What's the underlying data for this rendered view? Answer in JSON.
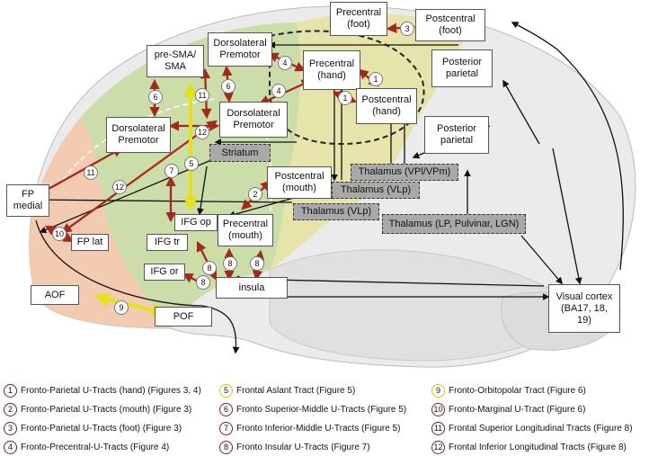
{
  "colors": {
    "frontal_pink": "#f2c9ad",
    "premotor_green": "#c9dca4",
    "motor_yellow": "#e6e3a8",
    "brain_gray": "#e9e9e9",
    "red_arrow": "#a5281c",
    "yellow_arrow": "#e3e21a",
    "black_arrow": "#111111",
    "gray_box": "#a9a9a9"
  },
  "boxes": {
    "precentral_foot": "Precentral\n(foot)",
    "postcentral_foot": "Postcentral\n(foot)",
    "pre_sma": "pre-SMA/\nSMA",
    "dlpm_top": "Dorsolateral\nPremotor",
    "precentral_hand": "Precentral\n(hand)",
    "posterior_parietal_top": "Posterior\nparietal",
    "postcentral_hand": "Postcentral\n(hand)",
    "dlpm_mid": "Dorsolateral\nPremotor",
    "dlpm_left": "Dorsolateral\nPremotor",
    "posterior_parietal_mid": "Posterior\nparietal",
    "striatum": "Striatum",
    "thalamus_vpl": "Thalamus (VPl/VPm)",
    "thalamus_vlp_1": "Thalamus (VLp)",
    "thalamus_vlp_2": "Thalamus (VLp)",
    "thalamus_lp": "Thalamus (LP, Pulvinar, LGN)",
    "fp_medial": "FP\nmedial",
    "postcentral_mouth": "Postcentral\n(mouth)",
    "ifg_op": "IFG op",
    "precentral_mouth": "Precentral\n(mouth)",
    "fp_lat": "FP lat",
    "ifg_tr": "IFG tr",
    "ifg_or": "IFG or",
    "insula": "insula",
    "aof": "AOF",
    "pof": "POF",
    "visual_cortex": "Visual cortex\n(BA17, 18,\n19)"
  },
  "badges": [
    {
      "num": "3"
    },
    {
      "num": "4"
    },
    {
      "num": "1"
    },
    {
      "num": "4"
    },
    {
      "num": "1"
    },
    {
      "num": "6"
    },
    {
      "num": "11"
    },
    {
      "num": "6"
    },
    {
      "num": "12"
    },
    {
      "num": "5"
    },
    {
      "num": "7"
    },
    {
      "num": "11"
    },
    {
      "num": "12"
    },
    {
      "num": "2"
    },
    {
      "num": "10"
    },
    {
      "num": "8"
    },
    {
      "num": "8"
    },
    {
      "num": "8"
    },
    {
      "num": "8"
    },
    {
      "num": "9"
    }
  ],
  "legend": [
    {
      "num": "1",
      "label": "Fronto-Parietal U-Tracts (hand) (Figures 3, 4)",
      "ring": "red"
    },
    {
      "num": "2",
      "label": "Fronto-Parietal U-Tracts (mouth) (Figure 3)",
      "ring": "red"
    },
    {
      "num": "3",
      "label": "Fronto-Parietal U-Tracts (foot) (Figure 3)",
      "ring": "red"
    },
    {
      "num": "4",
      "label": "Fronto-Precentral-U-Tracts (Figure 4)",
      "ring": "red"
    },
    {
      "num": "5",
      "label": "Frontal Aslant Tract (Figure 5)",
      "ring": "yellow"
    },
    {
      "num": "6",
      "label": "Fronto Superior-Middle U-Tracts (Figure 5)",
      "ring": "red"
    },
    {
      "num": "7",
      "label": "Fronto Inferior-Middle U-Tracts (Figure 5)",
      "ring": "red"
    },
    {
      "num": "8",
      "label": "Fronto Insular U-Tracts (Figure 7)",
      "ring": "red"
    },
    {
      "num": "9",
      "label": "Fronto-Orbitopolar Tract (Figure 6)",
      "ring": "yellow"
    },
    {
      "num": "10",
      "label": "Fronto-Marginal U-Tract (Figure 6)",
      "ring": "red"
    },
    {
      "num": "11",
      "label": "Frontal Superior Longitudinal Tracts (Figure 8)",
      "ring": "red"
    },
    {
      "num": "12",
      "label": "Frontal Inferior Longitudinal Tracts (Figure 8)",
      "ring": "red"
    }
  ]
}
